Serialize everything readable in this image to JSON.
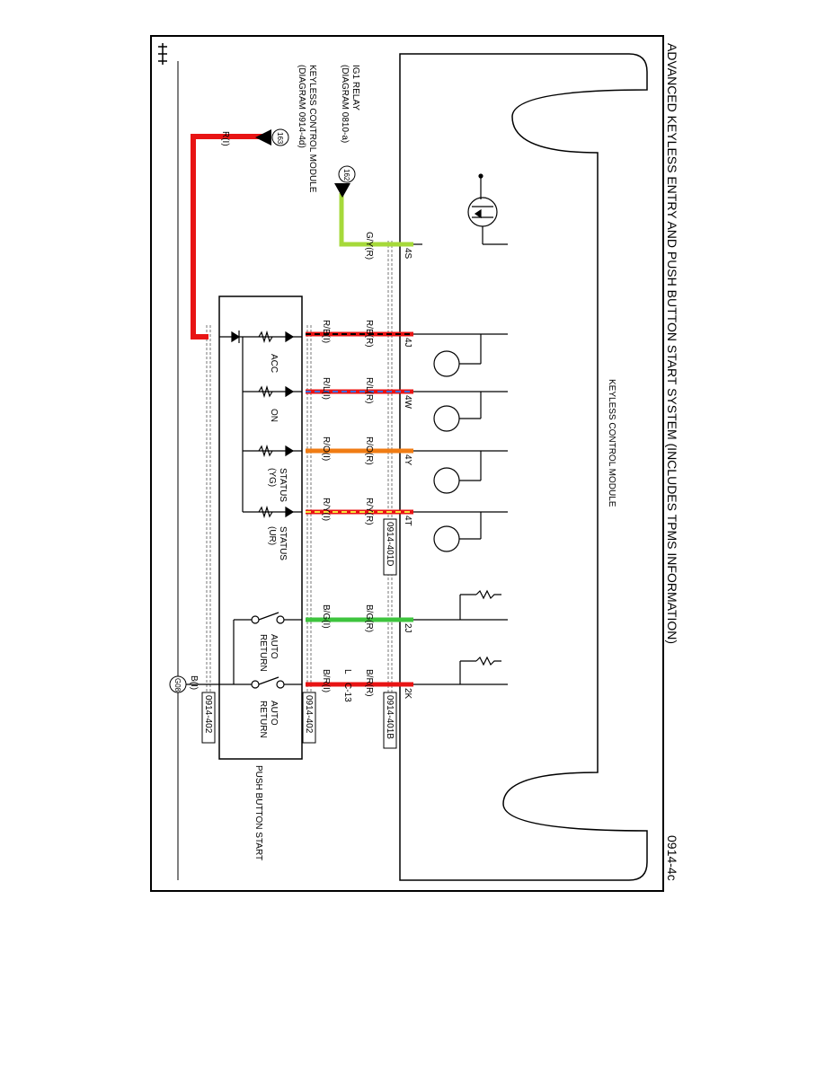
{
  "header": {
    "title": "ADVANCED KEYLESS ENTRY AND PUSH BUTTON START SYSTEM (INCLUDES TPMS INFORMATION)",
    "page_code": "0914-4c"
  },
  "module": {
    "name": "KEYLESS CONTROL MODULE",
    "pins": [
      "4S",
      "4J",
      "4W",
      "4Y",
      "4T",
      "2J",
      "2K"
    ]
  },
  "connectors": {
    "c401d": "0914-401D",
    "c401b": "0914-401B",
    "c402a": "0914-402",
    "c402b": "0914-402",
    "c13": "C-13",
    "c13_side": "L"
  },
  "references": {
    "ig1": {
      "circle": "162",
      "line1": "IG1 RELAY",
      "line2": "(DIAGRAM 0810-a)"
    },
    "kcm": {
      "circle": "163",
      "line1": "KEYLESS CONTROL MODULE",
      "line2": "(DIAGRAM 0914-4d)"
    },
    "ground": "G08"
  },
  "wires": {
    "gy_r": "G/Y(R)",
    "rb_r": "R/B(R)",
    "rl_r": "R/L(R)",
    "ro_r": "R/O(R)",
    "ry_r": "R/Y(R)",
    "bg_r": "B/G(R)",
    "br_r": "B/R(R)",
    "rb_i": "R/B(I)",
    "rl_i": "R/L(I)",
    "ro_i": "R/O(I)",
    "ry_i": "R/Y(I)",
    "bg_i": "B/G(I)",
    "br_i": "B/R(I)",
    "r_i": "R(I)",
    "b_i": "B(I)"
  },
  "push_button": {
    "name": "PUSH BUTTON START",
    "leds": {
      "acc": "ACC",
      "on": "ON",
      "status": "STATUS",
      "yg": "(YG)",
      "ur": "(UR)"
    },
    "switch_label_1": "AUTO",
    "switch_label_2": "RETURN"
  },
  "colors": {
    "red": "#e81414",
    "green_yellow": "#a6d93a",
    "black": "#000000",
    "blue": "#3c6fe0",
    "orange": "#f07c14",
    "yellow": "#f5e63c",
    "green": "#3ec43e"
  }
}
